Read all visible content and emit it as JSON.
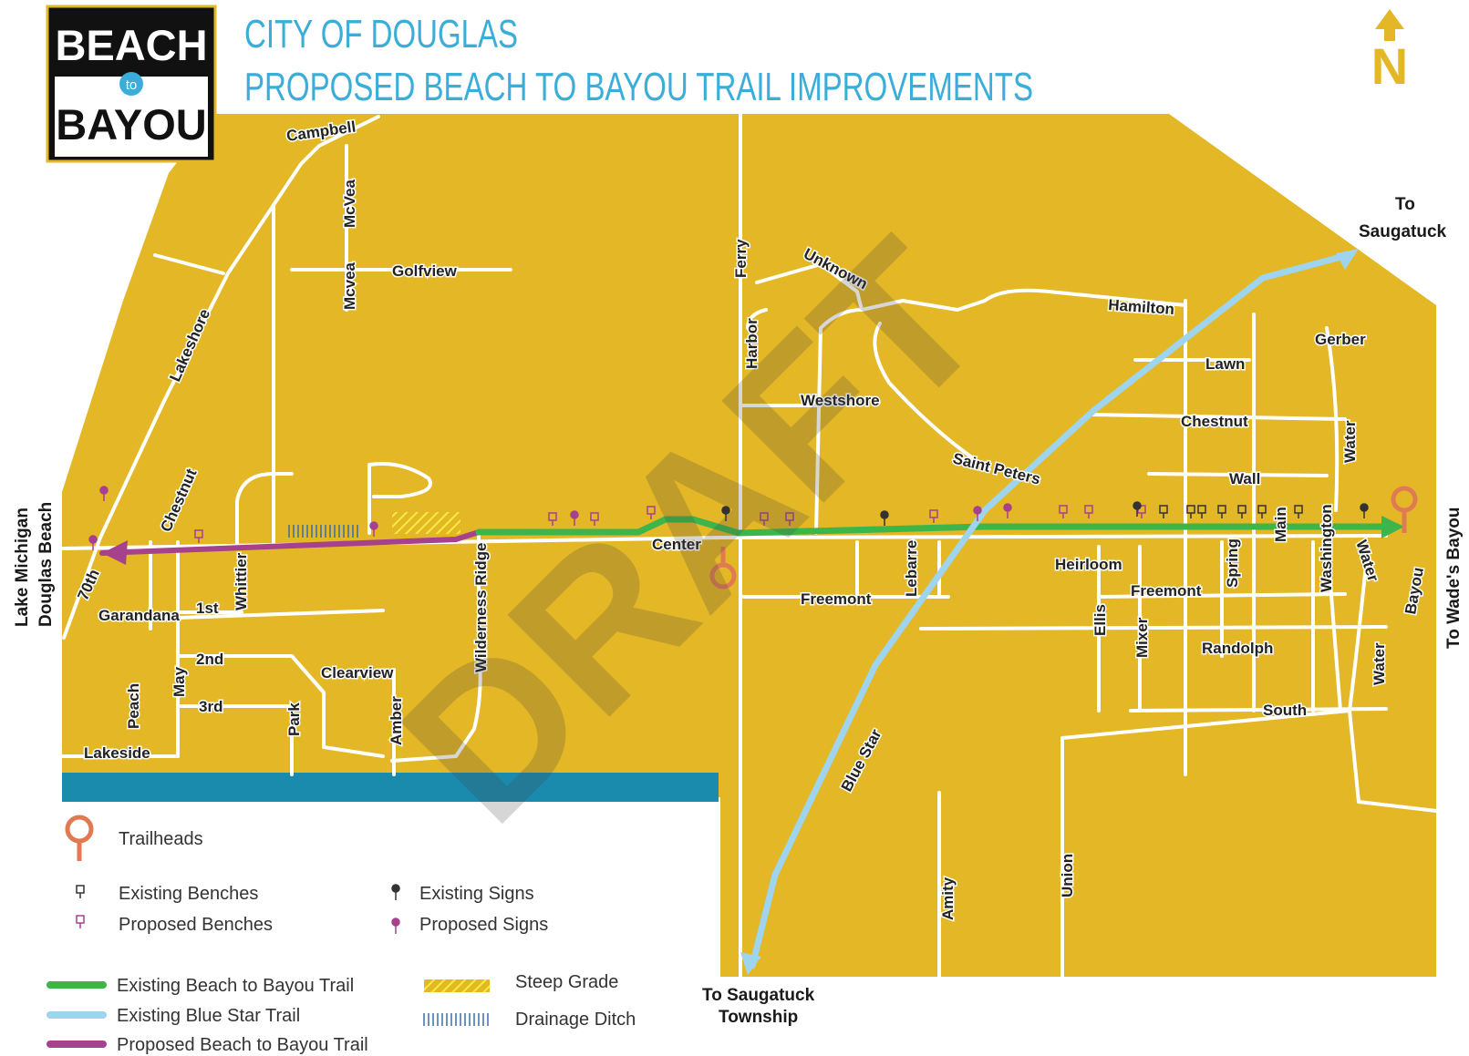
{
  "logo": {
    "top": "BEACH",
    "middle": "to",
    "bottom": "BAYOU"
  },
  "title": {
    "line1": "CITY OF DOUGLAS",
    "line2": "PROPOSED BEACH TO BAYOU TRAIL IMPROVEMENTS"
  },
  "north": {
    "label": "N"
  },
  "watermark": "DRAFT",
  "colors": {
    "land": "#e3b725",
    "road": "#ffffff",
    "existing_trail": "#3cb54a",
    "blue_star_trail": "#9fd4ee",
    "proposed_trail": "#a6418e",
    "lake": "#1a8aad",
    "trailhead": "#e07a52",
    "title": "#3aaed8"
  },
  "destinations": {
    "to_saugatuck_1": "To",
    "to_saugatuck_2": "Saugatuck",
    "saugatuck_twp_1": "To Saugatuck",
    "saugatuck_twp_2": "Township",
    "wades_bayou": "To Wade's Bayou",
    "lake_michigan": "Lake Michigan",
    "douglas_beach": "Douglas Beach"
  },
  "roads": {
    "campbell": "Campbell",
    "mcvea": "McVea",
    "mcvea2": "Mcvea",
    "golfview": "Golfview",
    "lakeshore": "Lakeshore",
    "chestnut_w": "Chestnut",
    "seventieth": "70th",
    "whittier": "Whittier",
    "garandana": "Garandana",
    "first": "1st",
    "second": "2nd",
    "third": "3rd",
    "may": "May",
    "peach": "Peach",
    "lakeside": "Lakeside",
    "park": "Park",
    "clearview": "Clearview",
    "amber": "Amber",
    "wilderness_ridge": "Wilderness Ridge",
    "center": "Center",
    "ferry": "Ferry",
    "harbor": "Harbor",
    "unknown": "Unknown",
    "westshore": "Westshore",
    "hamilton": "Hamilton",
    "saint_peters": "Saint Peters",
    "lawn": "Lawn",
    "gerber": "Gerber",
    "chestnut_e": "Chestnut",
    "water1": "Water",
    "wall": "Wall",
    "main": "Main",
    "washington": "Washington",
    "water2": "Water",
    "bayou": "Bayou",
    "heirloom": "Heirloom",
    "freemont_w": "Freemont",
    "freemont_e": "Freemont",
    "lebarre": "Lebarre",
    "spring": "Spring",
    "ellis": "Ellis",
    "mixer": "Mixer",
    "randolph": "Randolph",
    "water3": "Water",
    "south": "South",
    "blue_star": "Blue Star",
    "amity": "Amity",
    "union": "Union"
  },
  "legend": {
    "trailheads": "Trailheads",
    "existing_benches": "Existing Benches",
    "proposed_benches": "Proposed Benches",
    "existing_signs": "Existing Signs",
    "proposed_signs": "Proposed Signs",
    "existing_trail": "Existing Beach to Bayou Trail",
    "blue_star_trail": "Existing Blue Star Trail",
    "proposed_trail": "Proposed Beach to Bayou Trail",
    "steep_grade": "Steep Grade",
    "drainage_ditch": "Drainage Ditch"
  }
}
